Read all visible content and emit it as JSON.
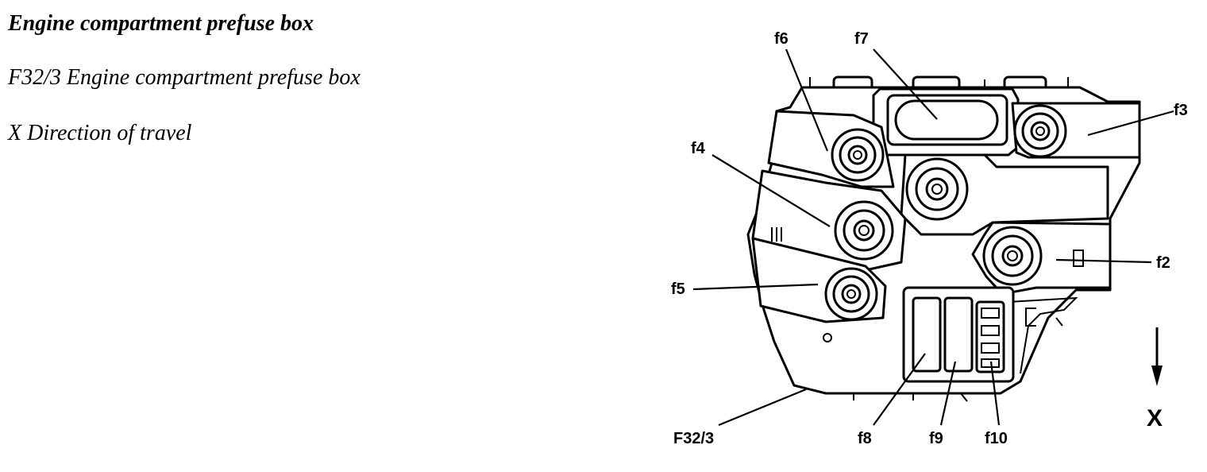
{
  "legend": {
    "title": "Engine compartment prefuse box",
    "items": [
      "F32/3 Engine compartment prefuse box",
      "X Direction of travel"
    ]
  },
  "diagram": {
    "callouts": {
      "f2": "f2",
      "f3": "f3",
      "f4": "f4",
      "f5": "f5",
      "f6": "f6",
      "f7": "f7",
      "f8": "f8",
      "f9": "f9",
      "f10": "f10",
      "f32_3": "F32/3",
      "x": "X"
    }
  }
}
